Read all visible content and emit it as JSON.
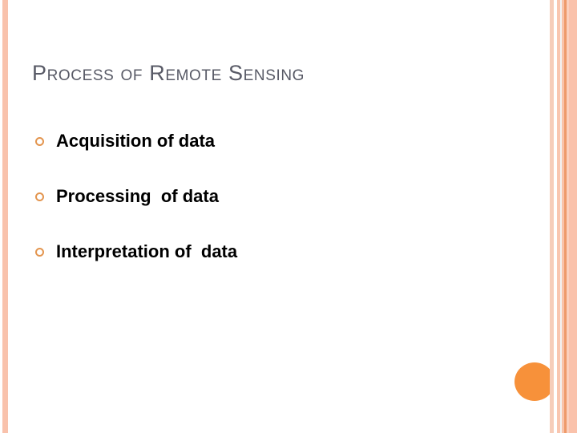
{
  "slide": {
    "title": "Process of Remote Sensing",
    "title_color": "#585a66",
    "background_color": "#ffffff",
    "body_text_color": "#000000"
  },
  "decoration": {
    "left_bar": {
      "name": "left-accent-bar",
      "color": "#f9c2ac"
    },
    "accent_circle": {
      "name": "orange-accent-circle",
      "color": "#f7913a"
    },
    "right_bands": [
      {
        "color": "#f6cdba",
        "width": 5
      },
      {
        "color": "#ffffff",
        "width": 4
      },
      {
        "color": "#f9c6b0",
        "width": 4
      },
      {
        "color": "#f2f2f2",
        "width": 2
      },
      {
        "color": "#f9c3a9",
        "width": 3
      },
      {
        "color": "#ee9a6a",
        "width": 3
      },
      {
        "color": "#fbd0bd",
        "width": 3
      },
      {
        "color": "#fac2ab",
        "width": 10
      }
    ]
  },
  "bullets": [
    {
      "marker": "hollow-ring-bullet",
      "marker_color": "#e3954f",
      "text": "Acquisition of data"
    },
    {
      "marker": "hollow-ring-bullet",
      "marker_color": "#e3954f",
      "text": "Processing  of data"
    },
    {
      "marker": "hollow-ring-bullet",
      "marker_color": "#e3954f",
      "text": "Interpretation of  data"
    }
  ]
}
